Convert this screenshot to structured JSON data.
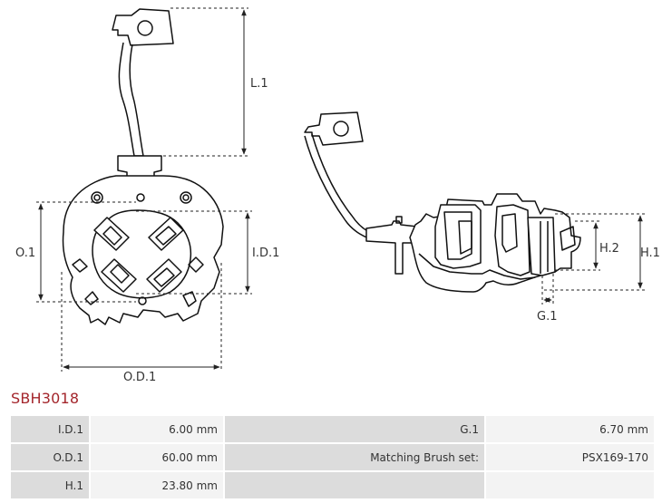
{
  "diagram": {
    "labels": {
      "l1": "L.1",
      "o1": "O.1",
      "id1": "I.D.1",
      "od1": "O.D.1",
      "h1": "H.1",
      "h2": "H.2",
      "g1": "G.1"
    }
  },
  "part_code": "SBH3018",
  "specs": [
    {
      "label": "I.D.1",
      "value": "6.00 mm",
      "label2": "G.1",
      "value2": "6.70 mm"
    },
    {
      "label": "O.D.1",
      "value": "60.00 mm",
      "label2": "Matching Brush set:",
      "value2": "PSX169-170"
    },
    {
      "label": "H.1",
      "value": "23.80 mm",
      "label2": "",
      "value2": ""
    }
  ]
}
